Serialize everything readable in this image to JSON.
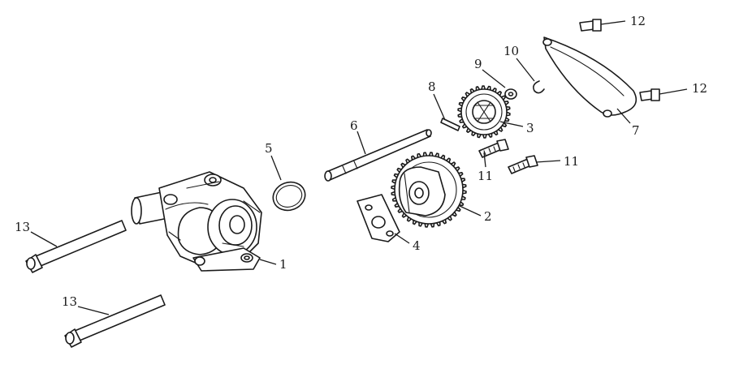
{
  "callouts": {
    "c1": "1",
    "c2": "2",
    "c3": "3",
    "c4": "4",
    "c5": "5",
    "c6": "6",
    "c7": "7",
    "c8": "8",
    "c9": "9",
    "c10": "10",
    "c11a": "11",
    "c11b": "11",
    "c12a": "12",
    "c12b": "12",
    "c13a": "13",
    "c13b": "13"
  }
}
